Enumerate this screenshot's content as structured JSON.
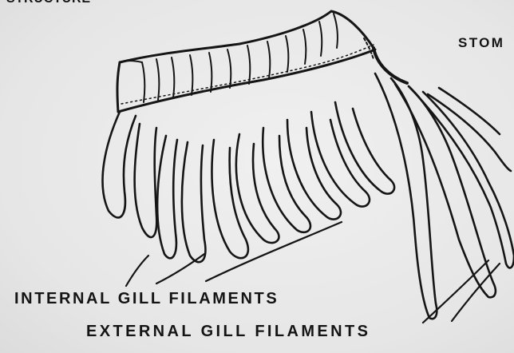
{
  "labels": {
    "top_cut": "STRUCTURE",
    "stomach": "STOM",
    "internal_gill_filaments": "INTERNAL GILL FILAMENTS",
    "external_gill_filaments": "EXTERNAL GILL FILAMENTS"
  },
  "colors": {
    "ink": "#141414",
    "paper": "#ebebeb"
  }
}
